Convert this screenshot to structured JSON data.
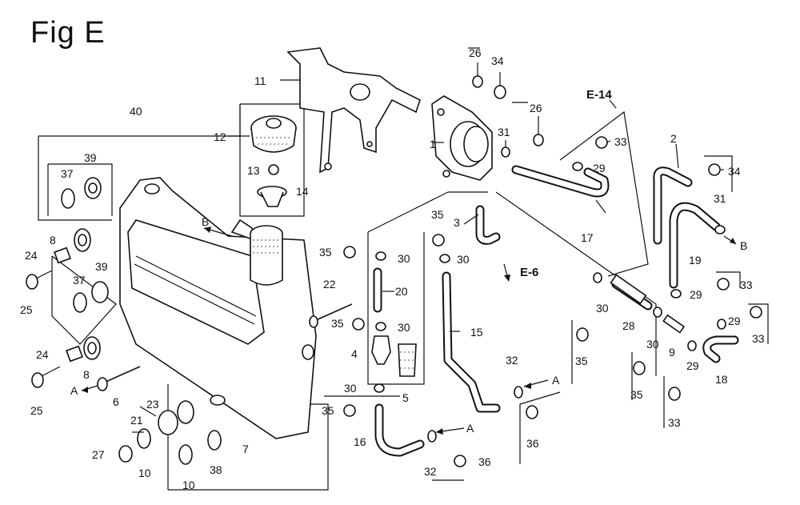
{
  "figure_title": "Fig E",
  "section_refs": [
    "E-14",
    "E-6"
  ],
  "callout_letters": [
    "A",
    "B"
  ],
  "part_numbers": [
    "1",
    "2",
    "3",
    "4",
    "5",
    "6",
    "7",
    "8",
    "9",
    "10",
    "11",
    "12",
    "13",
    "14",
    "15",
    "16",
    "17",
    "18",
    "19",
    "20",
    "21",
    "22",
    "23",
    "24",
    "25",
    "26",
    "27",
    "28",
    "29",
    "30",
    "31",
    "32",
    "33",
    "34",
    "35",
    "36",
    "37",
    "38",
    "39",
    "40"
  ]
}
